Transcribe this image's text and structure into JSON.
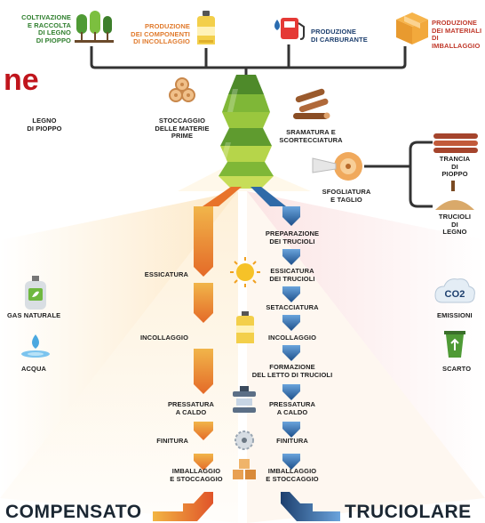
{
  "title_fragment": "ne",
  "inputs_top": {
    "poplar": "COLTIVAZIONE\nE RACCOLTA\nDI LEGNO\nDI PIOPPO",
    "components": "PRODUZIONE\nDEI COMPONENTI\nDI INCOLLAGGIO",
    "fuel": "PRODUZIONE\nDI CARBURANTE",
    "packaging": "PRODUZIONE\nDEI MATERIALI\nDI IMBALLAGGIO"
  },
  "upper": {
    "legno": "LEGNO\nDI PIOPPO",
    "stoccaggio": "STOCCAGGIO\nDELLE MATERIE\nPRIME",
    "sramatura": "SRAMATURA E\nSCORTECCIATURA",
    "sfogliatura": "SFOGLIATURA\nE TAGLIO",
    "trancia": "TRANCIA\nDI PIOPPO",
    "trucioli_legno": "TRUCIOLI\nDI LEGNO"
  },
  "side": {
    "gas": "GAS NATURALE",
    "acqua": "ACQUA",
    "emissioni": "EMISSIONI",
    "co2": "CO2",
    "scarto": "SCARTO"
  },
  "left_branch": {
    "essicatura": "ESSICATURA",
    "incollaggio": "INCOLLAGGIO",
    "pressatura": "PRESSATURA\nA CALDO",
    "finitura": "FINITURA",
    "imballaggio": "IMBALLAGGIO\nE STOCCAGGIO"
  },
  "right_branch": {
    "preparazione": "PREPARAZIONE\nDEI TRUCIOLI",
    "essicatura": "ESSICATURA\nDEI TRUCIOLI",
    "setacciatura": "SETACCIATURA",
    "incollaggio": "INCOLLAGGIO",
    "formazione": "FORMAZIONE\nDEL LETTO DI TRUCIOLI",
    "pressatura": "PRESSATURA\nA CALDO",
    "finitura": "FINITURA",
    "imballaggio": "IMBALLAGGIO\nE STOCCAGGIO"
  },
  "products": {
    "left": "COMPENSATO",
    "right": "TRUCIOLARE"
  },
  "colors": {
    "orange": "#eea43a",
    "dark_orange": "#e0672a",
    "blue": "#3b7fc4",
    "navy": "#1d3f6e",
    "green_light": "#a8cd3a",
    "green_dark": "#5b9a2c",
    "connector": "#333333"
  }
}
